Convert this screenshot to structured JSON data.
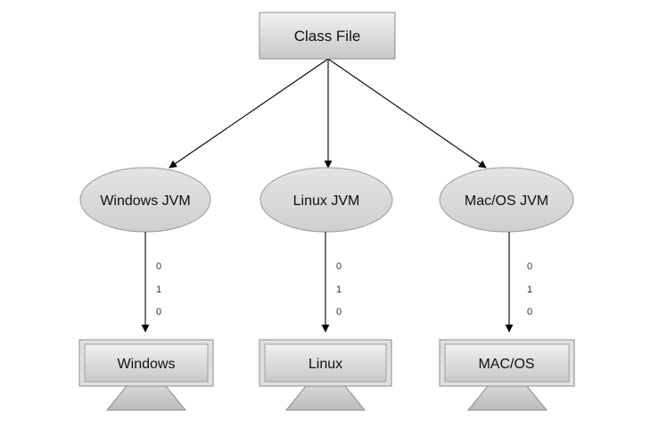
{
  "diagram": {
    "root": {
      "label": "Class File"
    },
    "jvms": [
      {
        "label": "Windows JVM",
        "bits": [
          "0",
          "1",
          "0"
        ]
      },
      {
        "label": "Linux JVM",
        "bits": [
          "0",
          "1",
          "0"
        ]
      },
      {
        "label": "Mac/OS JVM",
        "bits": [
          "0",
          "1",
          "0"
        ]
      }
    ],
    "platforms": [
      {
        "label": "Windows"
      },
      {
        "label": "Linux"
      },
      {
        "label": "MAC/OS"
      }
    ]
  },
  "colors": {
    "box_fill_top": "#f2f2f2",
    "box_fill_bottom": "#c8c8c8",
    "ellipse_fill": "#d9d9d9",
    "stroke": "#8c8c8c",
    "arrow": "#000000"
  }
}
